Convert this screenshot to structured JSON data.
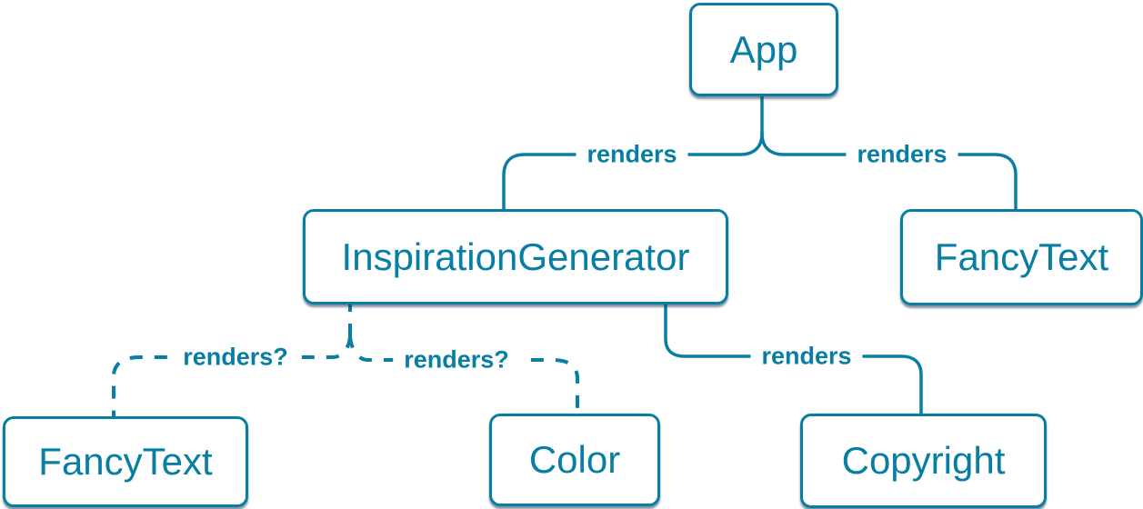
{
  "colors": {
    "accent": "#087ea4",
    "node_fill": "#ffffff",
    "shadow": "rgba(35,57,80,0.55)"
  },
  "nodes": {
    "app": {
      "label": "App"
    },
    "inspiration_generator": {
      "label": "InspirationGenerator"
    },
    "fancy_text_top": {
      "label": "FancyText"
    },
    "fancy_text_bottom": {
      "label": "FancyText"
    },
    "color": {
      "label": "Color"
    },
    "copyright": {
      "label": "Copyright"
    }
  },
  "edges": {
    "app_to_inspiration_generator": {
      "from": "app",
      "to": "inspiration_generator",
      "label": "renders",
      "style": "solid"
    },
    "app_to_fancy_text": {
      "from": "app",
      "to": "fancy_text_top",
      "label": "renders",
      "style": "solid"
    },
    "inspiration_generator_to_fancy_text": {
      "from": "inspiration_generator",
      "to": "fancy_text_bottom",
      "label": "renders?",
      "style": "dashed"
    },
    "inspiration_generator_to_color": {
      "from": "inspiration_generator",
      "to": "color",
      "label": "renders?",
      "style": "dashed"
    },
    "inspiration_generator_to_copyright": {
      "from": "inspiration_generator",
      "to": "copyright",
      "label": "renders",
      "style": "solid"
    }
  }
}
